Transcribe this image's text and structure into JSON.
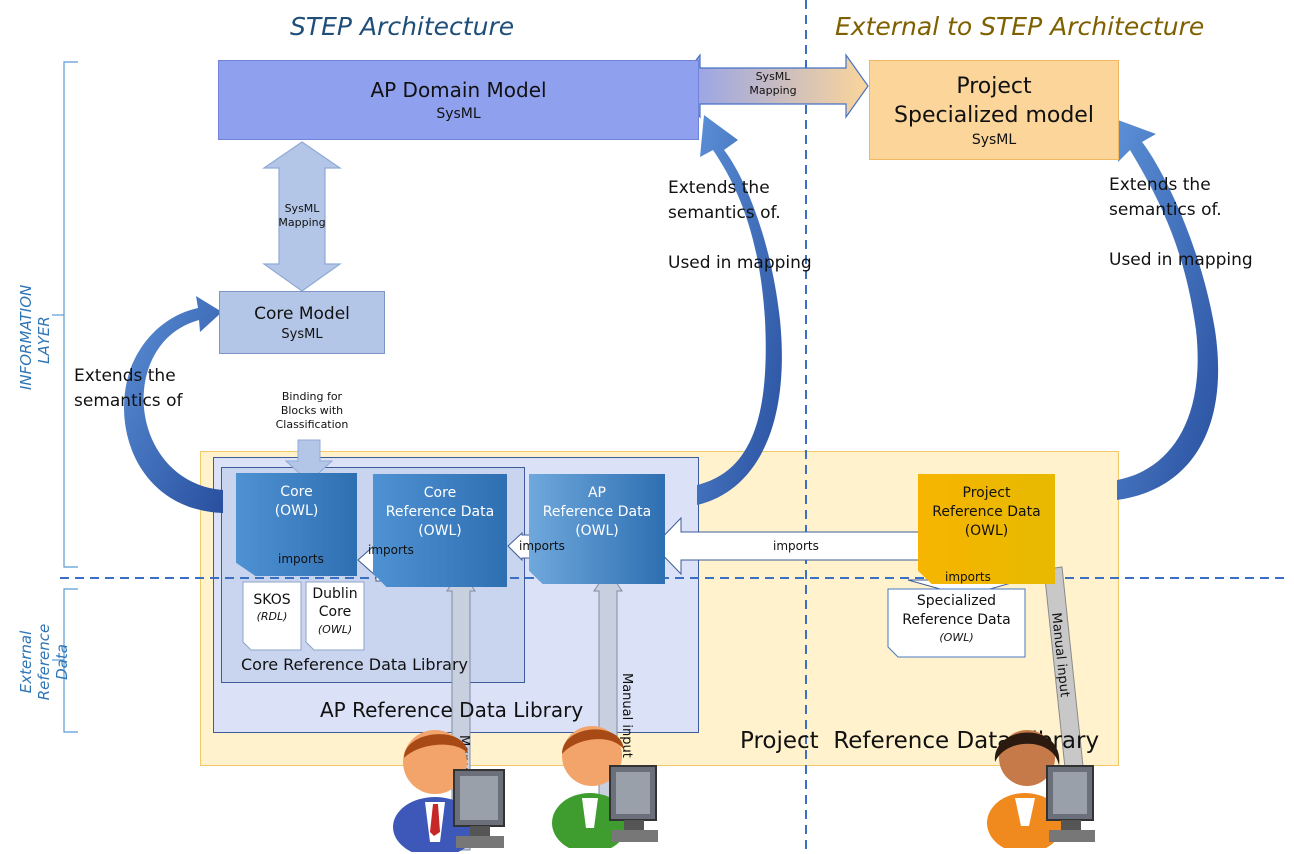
{
  "headers": {
    "step_architecture": "STEP Architecture",
    "external": "External to STEP Architecture"
  },
  "side_labels": {
    "information_layer": "INFORMATION\nLAYER",
    "external_reference_data": "External\nReference Data"
  },
  "ap_domain_model": {
    "title": "AP Domain Model",
    "subtitle": "SysML"
  },
  "project_specialized_model": {
    "title": "Project\nSpecialized model",
    "subtitle": "SysML"
  },
  "sysml_mapping_horizontal": "SysML\nMapping",
  "sysml_mapping_vertical": "SysML\nMapping",
  "core_model": {
    "title": "Core Model",
    "subtitle": "SysML"
  },
  "binding_label": "Binding for\nBlocks with\nClassification",
  "extends_left": "Extends the\nsemantics of",
  "extends_middle": "Extends the\nsemantics of.\n\nUsed in mapping",
  "extends_right": "Extends the\nsemantics of.\n\nUsed in mapping",
  "core_owl": "Core\n(OWL)",
  "core_ref_data": "Core\nReference Data\n(OWL)",
  "ap_ref_data": "AP\nReference Data\n(OWL)",
  "project_ref_data": "Project\nReference Data\n(OWL)",
  "imports_label": "imports",
  "skos": {
    "title": "SKOS",
    "subtitle": "(RDL)"
  },
  "dublin_core": {
    "title": "Dublin\nCore",
    "subtitle": "(OWL)"
  },
  "specialized_ref_data": {
    "title": "Specialized\nReference Data",
    "subtitle": "(OWL)"
  },
  "core_ref_lib": "Core Reference Data Library",
  "ap_ref_lib": "AP Reference Data Library",
  "project_ref_lib": "Project  Reference Data Library",
  "manual_input": "Manual input",
  "colors": {
    "header_blue": "#1f4e79",
    "header_gold": "#7f6000",
    "ap_domain_fill": "#8fa0ee",
    "owl_blue": "#3d85c6",
    "project_orange": "#f0b000",
    "project_lib_fill": "#fff2cc"
  }
}
